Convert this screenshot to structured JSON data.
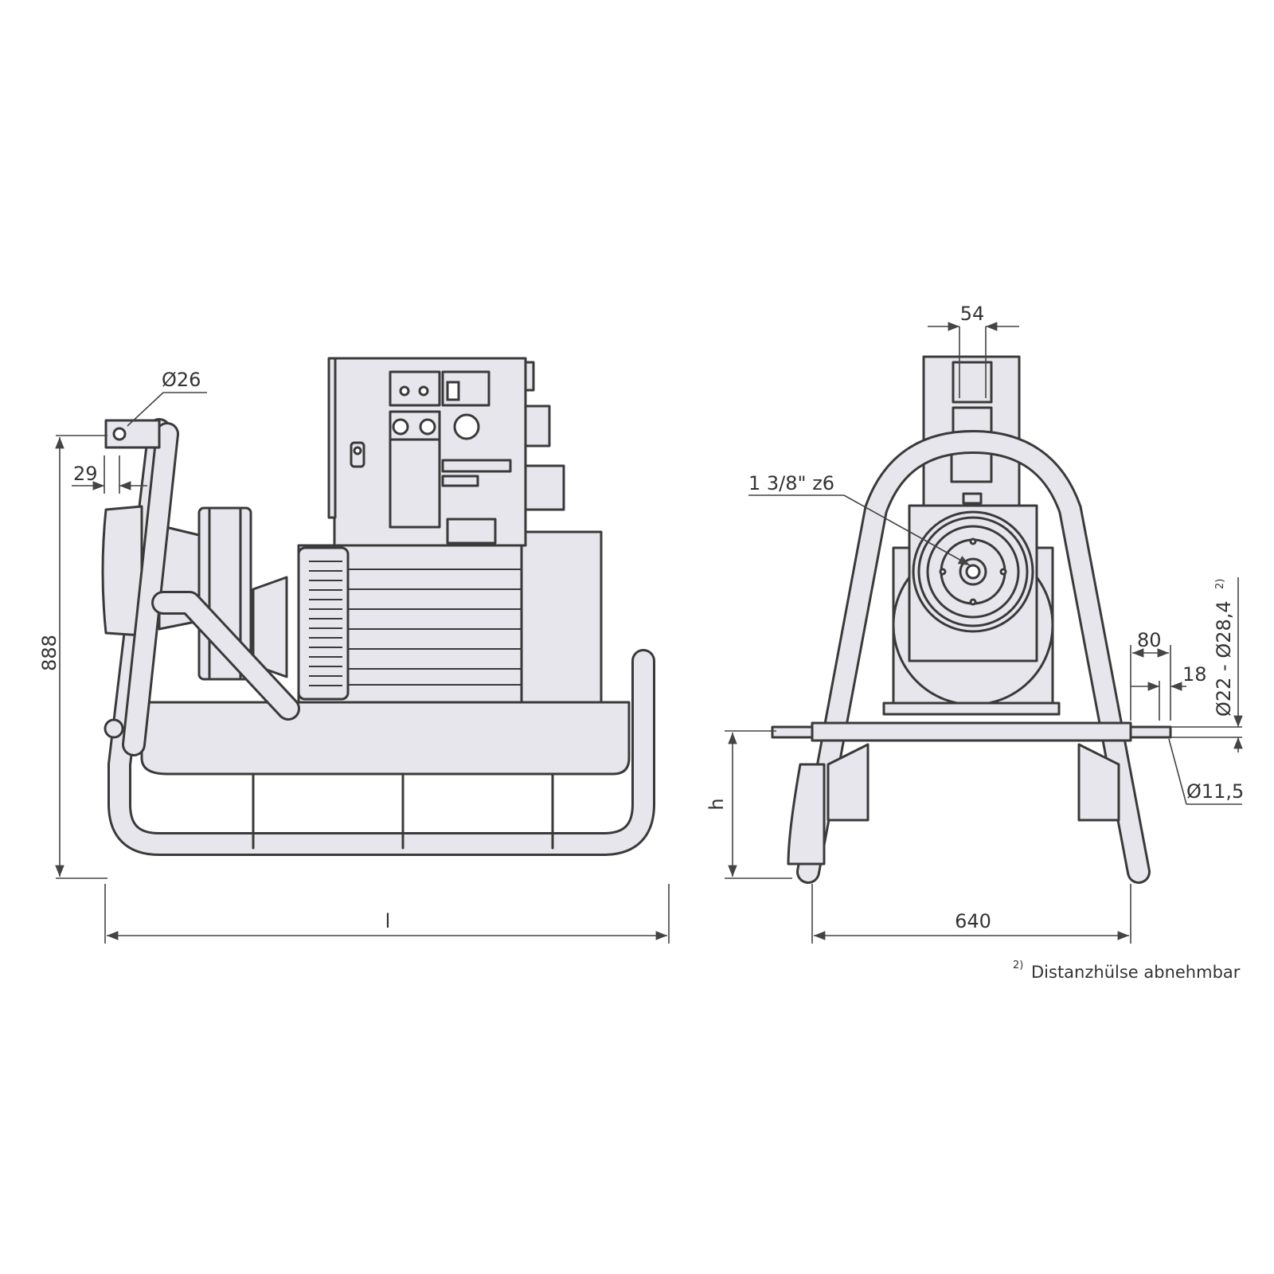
{
  "side_view": {
    "dim_diameter_eye": "Ø26",
    "dim_eye_offset": "29",
    "dim_height": "888",
    "dim_length": "l"
  },
  "front_view": {
    "dim_shaft_width": "54",
    "dim_shaft_spec": "1 3/8\" z6",
    "dim_pin_length": "80",
    "dim_pin_inner": "18",
    "dim_pin_diameter": "Ø22 - Ø28,4",
    "dim_pin_diameter_note": "2)",
    "dim_hole_diameter": "Ø11,5",
    "dim_height_h": "h",
    "dim_width": "640"
  },
  "footnote": {
    "marker": "2)",
    "text": "Distanzhülse abnehmbar"
  },
  "colors": {
    "fill": "#e7e6ec",
    "line": "#3a3a3a"
  }
}
